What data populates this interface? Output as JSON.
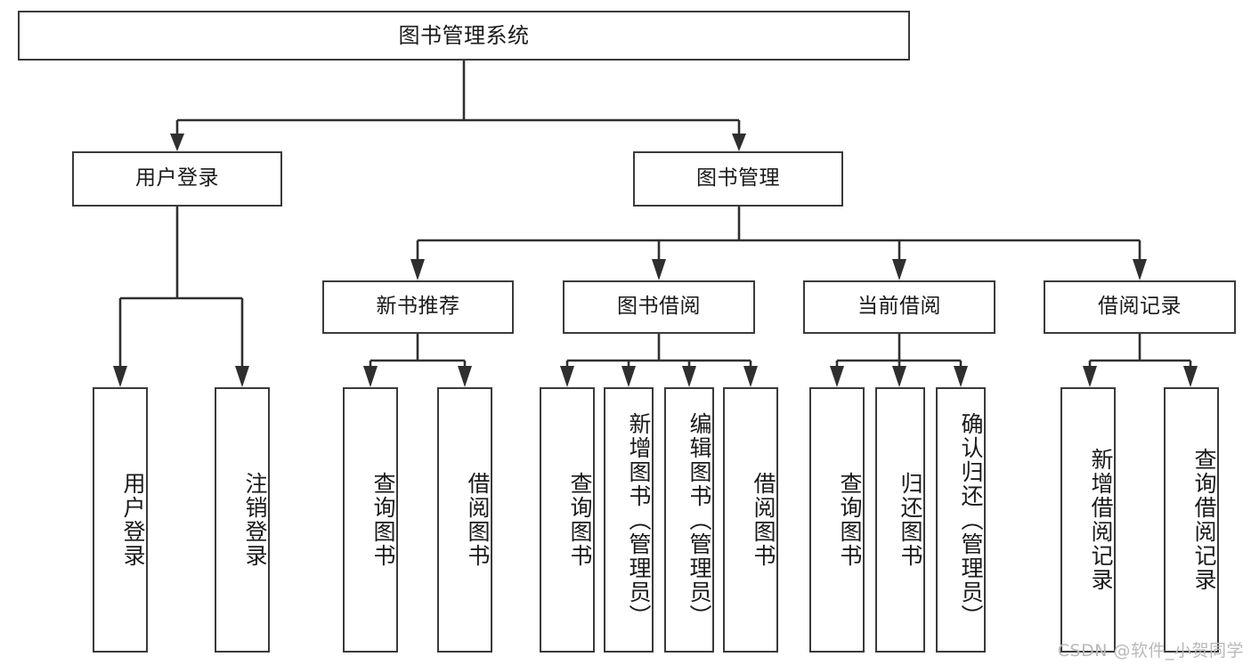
{
  "diagram": {
    "type": "tree-hierarchy-flowchart",
    "title": "图书管理系统",
    "watermark": "CSDN @软件_小贺同学",
    "colors": {
      "box_border": "#3a3a3a",
      "box_fill": "#ffffff",
      "connector": "#2f2f2f",
      "text": "#1a1a1a",
      "watermark": "#b9b9b9",
      "background": "#ffffff"
    },
    "root": {
      "label": "图书管理系统"
    },
    "level2": [
      {
        "label": "用户登录"
      },
      {
        "label": "图书管理"
      }
    ],
    "level3": [
      {
        "label": "新书推荐"
      },
      {
        "label": "图书借阅"
      },
      {
        "label": "当前借阅"
      },
      {
        "label": "借阅记录"
      }
    ],
    "leaves": {
      "user_login": [
        {
          "label": "用户登录"
        },
        {
          "label": "注销登录"
        }
      ],
      "new_book_recommend": [
        {
          "label": "查询图书"
        },
        {
          "label": "借阅图书"
        }
      ],
      "book_borrow": [
        {
          "label": "查询图书"
        },
        {
          "label": "新增图书（管理员）"
        },
        {
          "label": "编辑图书（管理员）"
        },
        {
          "label": "借阅图书"
        }
      ],
      "current_borrow": [
        {
          "label": "查询图书"
        },
        {
          "label": "归还图书"
        },
        {
          "label": "确认归还（管理员）"
        }
      ],
      "borrow_records": [
        {
          "label": "新增借阅记录"
        },
        {
          "label": "查询借阅记录"
        }
      ]
    }
  }
}
